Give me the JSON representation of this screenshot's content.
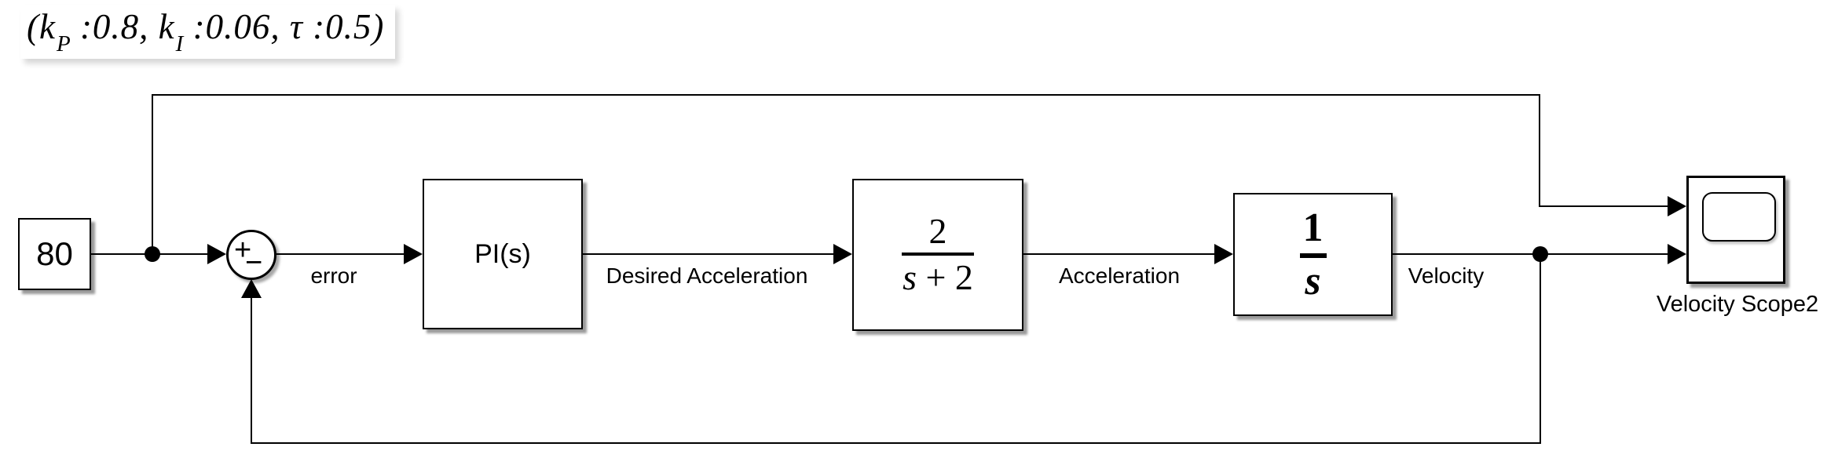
{
  "annotation": {
    "p1": "(k",
    "sub1": "P",
    "p2": " :0.8,  k",
    "sub2": "I",
    "p3": " :0.06,  τ :0.5)"
  },
  "blocks": {
    "constant": {
      "value": "80"
    },
    "sum": {
      "plus": "+",
      "minus": "−"
    },
    "pi_controller": {
      "label": "PI(s)"
    },
    "transfer_fcn": {
      "numerator": "2",
      "denominator_var": "s",
      "denominator_rest": " + 2"
    },
    "integrator": {
      "numerator": "1",
      "denominator": "s"
    },
    "scope": {
      "name": "Velocity Scope2"
    }
  },
  "signal_labels": {
    "error": "error",
    "desired_acceleration": "Desired Acceleration",
    "acceleration": "Acceleration",
    "velocity": "Velocity"
  },
  "parameters": {
    "kP": "0.8",
    "kI": "0.06",
    "tau": "0.5"
  },
  "colors": {
    "line": "#000000",
    "border": "#000000",
    "background": "#ffffff"
  }
}
